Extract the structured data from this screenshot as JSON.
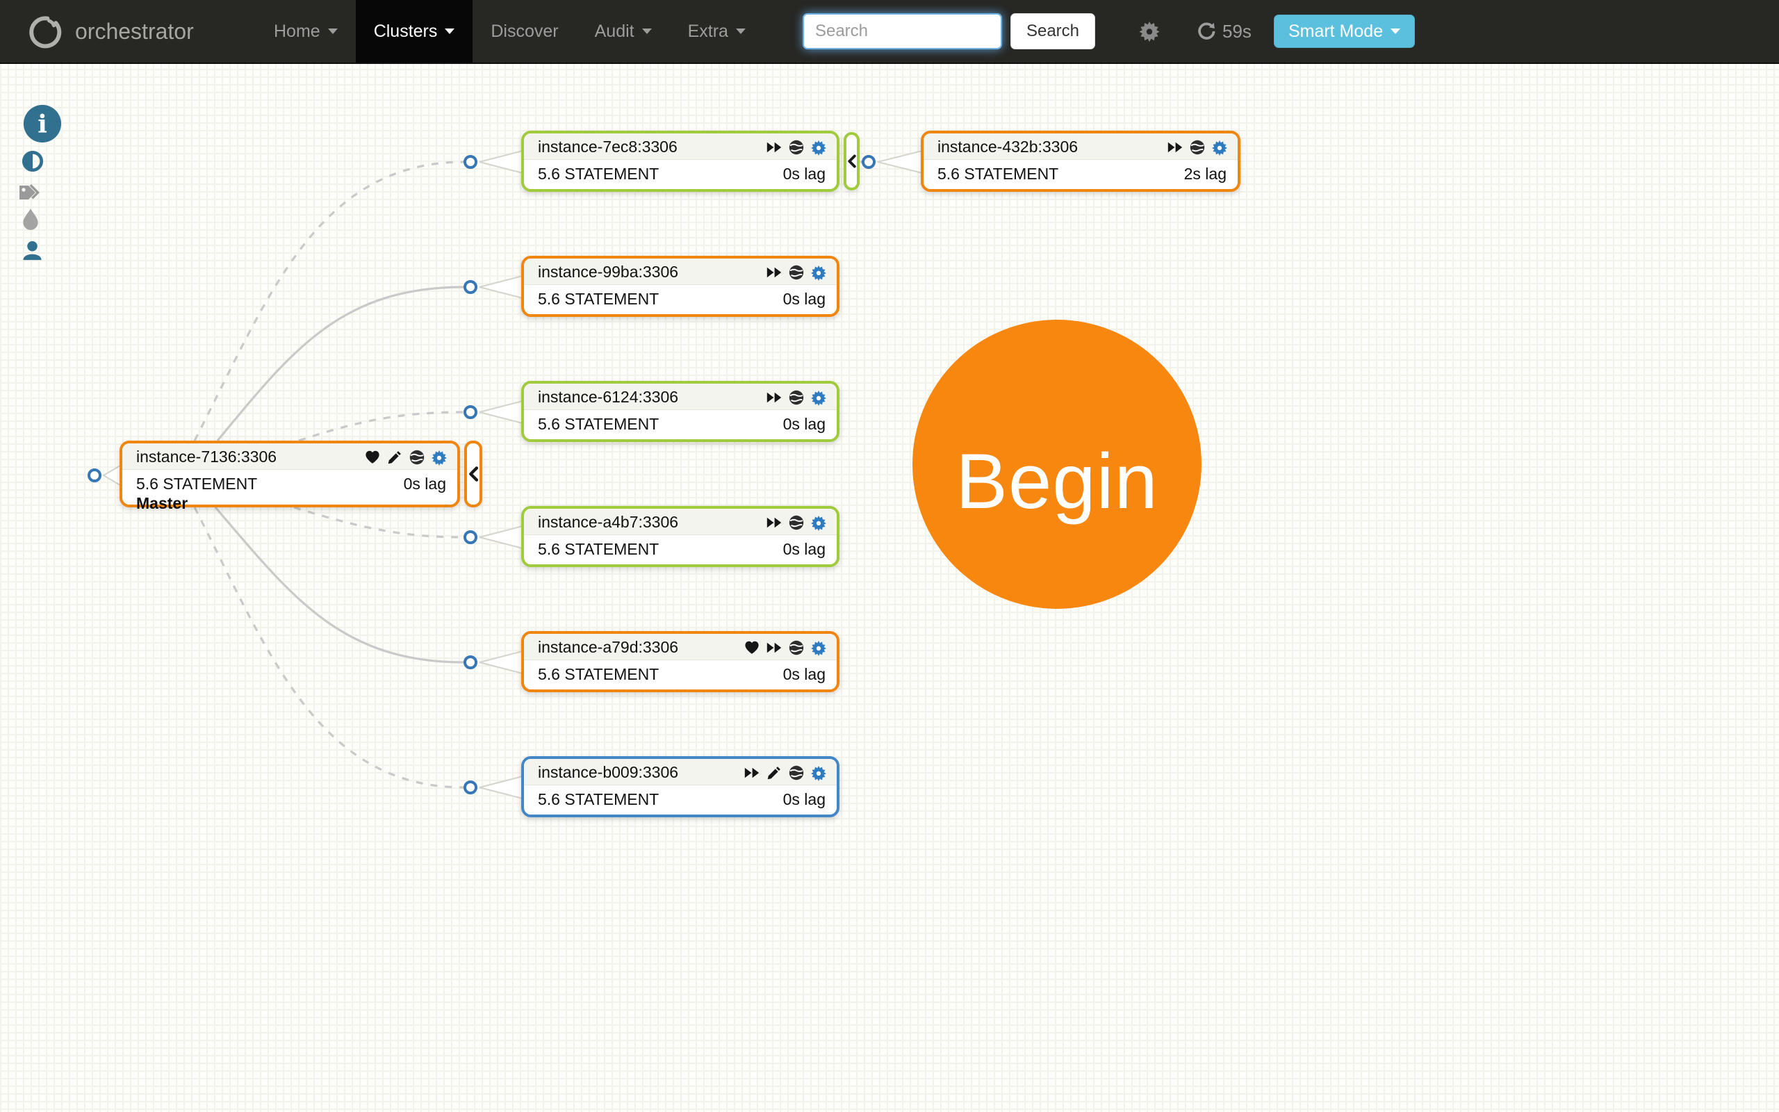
{
  "navbar": {
    "brand": "orchestrator",
    "items": [
      {
        "label": "Home",
        "caret": true,
        "active": false
      },
      {
        "label": "Clusters",
        "caret": true,
        "active": true
      },
      {
        "label": "Discover",
        "caret": false,
        "active": false
      },
      {
        "label": "Audit",
        "caret": true,
        "active": false
      },
      {
        "label": "Extra",
        "caret": true,
        "active": false
      }
    ],
    "search": {
      "placeholder": "Search",
      "button": "Search"
    },
    "settings_icon": "gear-icon",
    "refresh": {
      "icon": "refresh-icon",
      "countdown": "59s"
    },
    "smart_mode": {
      "label": "Smart Mode",
      "caret": true,
      "color": "#5bc0de"
    }
  },
  "sidebar": {
    "icons": [
      {
        "name": "info-circle-icon",
        "color": "#31708f"
      },
      {
        "name": "adjust-contrast-icon",
        "color": "#31708f"
      },
      {
        "name": "tags-icon",
        "color": "#9a9a9a"
      },
      {
        "name": "droplet-icon",
        "color": "#a3a3a3"
      },
      {
        "name": "user-icon",
        "color": "#31708f"
      }
    ]
  },
  "canvas": {
    "begin": {
      "label": "Begin",
      "color": "#f8870f"
    },
    "status_colors": {
      "orange": "#f0850f",
      "green": "#9fcb3d",
      "blue": "#4387c7"
    },
    "nodes": [
      {
        "id": "instance-7136:3306",
        "title": "instance-7136:3306",
        "version": "5.6 STATEMENT",
        "lag": "0s lag",
        "role": "Master",
        "color": "#f0850f",
        "icons": [
          "heart-icon",
          "pencil-icon",
          "globe-icon",
          "gear-icon"
        ],
        "collapsible": true
      },
      {
        "id": "instance-7ec8:3306",
        "title": "instance-7ec8:3306",
        "version": "5.6 STATEMENT",
        "lag": "0s lag",
        "role": "",
        "color": "#9fcb3d",
        "icons": [
          "fast-forward-icon",
          "globe-icon",
          "gear-icon"
        ],
        "collapsible": true
      },
      {
        "id": "instance-432b:3306",
        "title": "instance-432b:3306",
        "version": "5.6 STATEMENT",
        "lag": "2s lag",
        "role": "",
        "color": "#f0850f",
        "icons": [
          "fast-forward-icon",
          "globe-icon",
          "gear-icon"
        ],
        "collapsible": false
      },
      {
        "id": "instance-99ba:3306",
        "title": "instance-99ba:3306",
        "version": "5.6 STATEMENT",
        "lag": "0s lag",
        "role": "",
        "color": "#f0850f",
        "icons": [
          "fast-forward-icon",
          "globe-icon",
          "gear-icon"
        ],
        "collapsible": false
      },
      {
        "id": "instance-6124:3306",
        "title": "instance-6124:3306",
        "version": "5.6 STATEMENT",
        "lag": "0s lag",
        "role": "",
        "color": "#9fcb3d",
        "icons": [
          "fast-forward-icon",
          "globe-icon",
          "gear-icon"
        ],
        "collapsible": false
      },
      {
        "id": "instance-a4b7:3306",
        "title": "instance-a4b7:3306",
        "version": "5.6 STATEMENT",
        "lag": "0s lag",
        "role": "",
        "color": "#9fcb3d",
        "icons": [
          "fast-forward-icon",
          "globe-icon",
          "gear-icon"
        ],
        "collapsible": false
      },
      {
        "id": "instance-a79d:3306",
        "title": "instance-a79d:3306",
        "version": "5.6 STATEMENT",
        "lag": "0s lag",
        "role": "",
        "color": "#f0850f",
        "icons": [
          "heart-icon",
          "fast-forward-icon",
          "globe-icon",
          "gear-icon"
        ],
        "collapsible": false
      },
      {
        "id": "instance-b009:3306",
        "title": "instance-b009:3306",
        "version": "5.6 STATEMENT",
        "lag": "0s lag",
        "role": "",
        "color": "#4387c7",
        "icons": [
          "fast-forward-icon",
          "pencil-icon",
          "globe-icon",
          "gear-icon"
        ],
        "collapsible": false
      }
    ],
    "edges": [
      {
        "from": "instance-7136:3306",
        "to": "instance-7ec8:3306",
        "style": "dashed"
      },
      {
        "from": "instance-7136:3306",
        "to": "instance-99ba:3306",
        "style": "solid"
      },
      {
        "from": "instance-7136:3306",
        "to": "instance-6124:3306",
        "style": "dashed"
      },
      {
        "from": "instance-7136:3306",
        "to": "instance-a4b7:3306",
        "style": "dashed"
      },
      {
        "from": "instance-7136:3306",
        "to": "instance-a79d:3306",
        "style": "solid"
      },
      {
        "from": "instance-7136:3306",
        "to": "instance-b009:3306",
        "style": "dashed"
      },
      {
        "from": "instance-7ec8:3306",
        "to": "instance-432b:3306",
        "style": "solid"
      }
    ]
  }
}
